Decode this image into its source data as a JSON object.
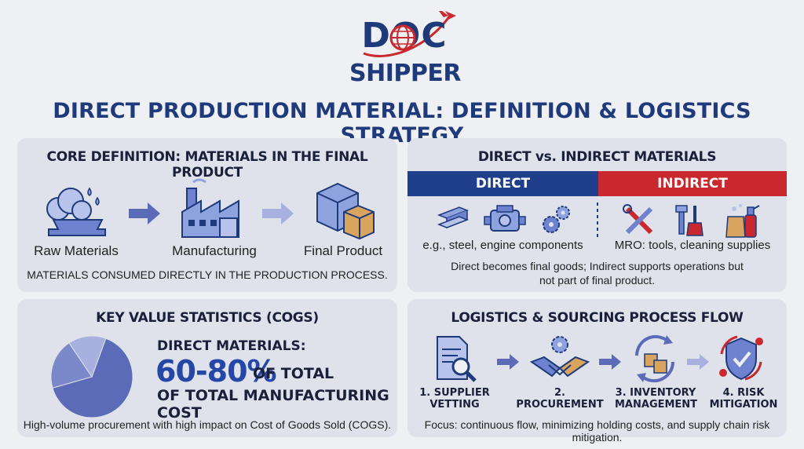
{
  "brand": {
    "top": "DOC",
    "bottom": "SHIPPER"
  },
  "title": "DIRECT PRODUCTION MATERIAL: DEFINITION & LOGISTICS STRATEGY",
  "core": {
    "title": "CORE DEFINITION: MATERIALS IN THE FINAL PRODUCT",
    "steps": [
      "Raw Materials",
      "Manufacturing",
      "Final Product"
    ],
    "caption": "MATERIALS CONSUMED DIRECTLY IN THE PRODUCTION PROCESS."
  },
  "comparison": {
    "title": "DIRECT vs. INDIRECT MATERIALS",
    "direct_label": "DIRECT",
    "indirect_label": "INDIRECT",
    "direct_examples": "e.g., steel, engine components",
    "indirect_examples": "MRO: tools, cleaning supplies",
    "caption_line1": "Direct becomes final goods; Indirect supports operations but",
    "caption_line2": "not part of final product."
  },
  "stats": {
    "title": "KEY VALUE STATISTICS (COGS)",
    "label": "DIRECT MATERIALS:",
    "value": "60-80%",
    "value_suffix": "OF TOTAL",
    "description": "OF TOTAL MANUFACTURING COST",
    "caption": "High-volume procurement with high impact on Cost of Goods Sold (COGS)."
  },
  "chart_data": {
    "type": "pie",
    "categories": [
      "",
      "",
      ""
    ],
    "values": [
      65,
      20,
      15
    ],
    "colors": [
      "#5b6bb8",
      "#7b88c9",
      "#a7b0de"
    ],
    "title": ""
  },
  "logistics": {
    "title": "LOGISTICS & SOURCING PROCESS FLOW",
    "steps": [
      {
        "line1": "1. SUPPLIER",
        "line2": "VETTING"
      },
      {
        "line1": "2. PROCUREMENT",
        "line2": ""
      },
      {
        "line1": "3. INVENTORY",
        "line2": "MANAGEMENT"
      },
      {
        "line1": "4. RISK",
        "line2": "MITIGATION"
      }
    ],
    "caption": "Focus: continuous flow, minimizing holding costs, and supply chain risk mitigation."
  },
  "colors": {
    "navy": "#1f3a7a",
    "red": "#c8282e",
    "accent": "#2447a8",
    "panel": "#dfe2ea"
  }
}
